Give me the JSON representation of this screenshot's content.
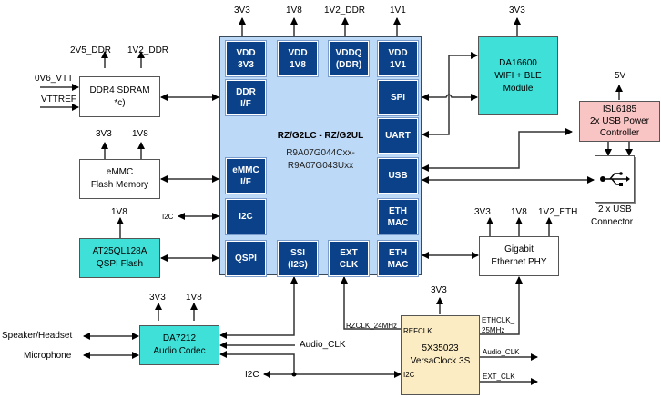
{
  "soc": {
    "title": "RZ/G2LC - RZ/G2UL",
    "part_line1": "R9A07G044Cxx-",
    "part_line2": "R9A07G043Uxx",
    "blocks": {
      "vdd_3v3": [
        "VDD",
        "3V3"
      ],
      "vdd_1v8": [
        "VDD",
        "1V8"
      ],
      "vddq": [
        "VDDQ",
        "(DDR)"
      ],
      "vdd_1v1": [
        "VDD",
        "1V1"
      ],
      "ddr_if": [
        "DDR",
        "I/F"
      ],
      "spi": [
        "SPI"
      ],
      "uart": [
        "UART"
      ],
      "emmc_if": [
        "eMMC",
        "I/F"
      ],
      "usb": [
        "USB"
      ],
      "i2c": [
        "I2C"
      ],
      "eth_mac1": [
        "ETH",
        "MAC"
      ],
      "qspi": [
        "QSPI"
      ],
      "ssi": [
        "SSI",
        "(I2S)"
      ],
      "ext_clk": [
        "EXT",
        "CLK"
      ],
      "eth_mac2": [
        "ETH",
        "MAC"
      ]
    },
    "rails": [
      "3V3",
      "1V8",
      "1V2_DDR",
      "1V1"
    ]
  },
  "ddr4": {
    "line1": "DDR4 SDRAM",
    "line2": "*c)",
    "rails": [
      "2V5_DDR",
      "1V2_DDR"
    ],
    "inputs": [
      "0V6_VTT",
      "VTTREF"
    ]
  },
  "emmc": {
    "line1": "eMMC",
    "line2": "Flash Memory",
    "rails": [
      "3V3",
      "1V8"
    ]
  },
  "qspi_flash": {
    "line1": "AT25QL128A",
    "line2": "QSPI Flash",
    "rail": "1V8"
  },
  "i2c_label": "I2C",
  "wifi": {
    "line1": "DA16600",
    "line2": "WIFI + BLE",
    "line3": "Module",
    "rail": "3V3"
  },
  "usb_power": {
    "line1": "ISL6185",
    "line2": "2x USB Power",
    "line3": "Controller",
    "rail": "5V"
  },
  "usb_connector": {
    "line1": "2 x USB",
    "line2": "Connector",
    "icon": "usb-icon"
  },
  "eth_phy": {
    "line1": "Gigabit",
    "line2": "Ethernet PHY",
    "rails": [
      "3V3",
      "1V8",
      "1V2_ETH"
    ]
  },
  "audio_codec": {
    "line1": "DA7212",
    "line2": "Audio Codec",
    "rails": [
      "3V3",
      "1V8"
    ],
    "ports": [
      "Speaker/Headset",
      "Microphone"
    ],
    "clk_label": "Audio_CLK",
    "i2c_label": "I2C"
  },
  "clock": {
    "line1": "5X35023",
    "line2": "VersaClock 3S",
    "rail": "3V3",
    "refclk": "REFCLK",
    "i2c": "I2C",
    "rzclk": "RZCLK_24MHz",
    "ethclk1": "ETHCLK_",
    "ethclk2": "25MHz",
    "audio_clk": "Audio_CLK",
    "ext_clk": "EXT_CLK"
  }
}
